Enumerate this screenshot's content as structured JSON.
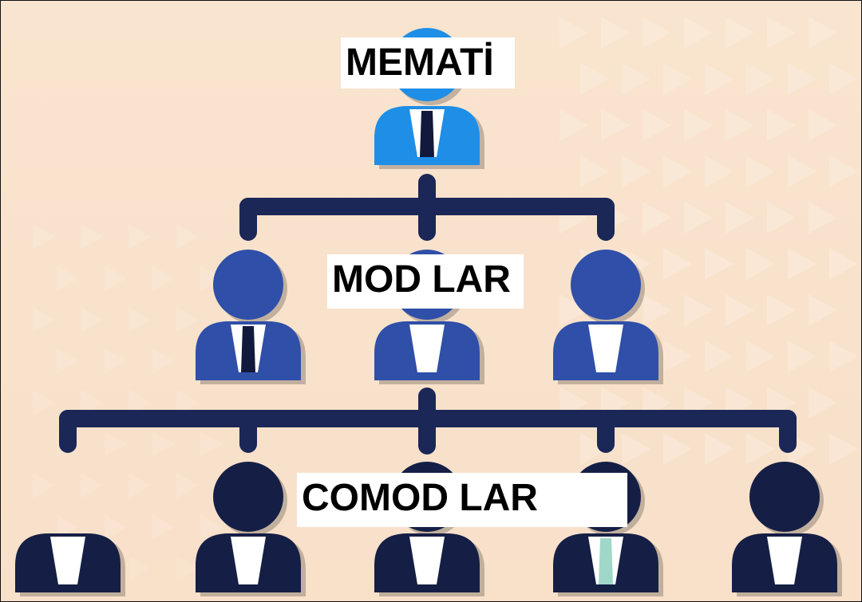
{
  "labels": {
    "top": "MEMATİ",
    "middle": "MOD LAR",
    "bottom": "COMOD LAR"
  },
  "colors": {
    "background": "#f8e0c9",
    "connector": "#1b2756",
    "top_person": "#1f8ee6",
    "middle_person": "#2f4fa8",
    "bottom_person": "#151f45",
    "tie_dark": "#111a3d",
    "tie_mint": "#9fd8c8",
    "shirt": "#ffffff"
  },
  "hierarchy": {
    "top": {
      "count": 1,
      "icon": "person-icon"
    },
    "middle": {
      "count": 3,
      "icon": "person-icon"
    },
    "bottom": {
      "count": 5,
      "icon": "person-icon"
    }
  }
}
